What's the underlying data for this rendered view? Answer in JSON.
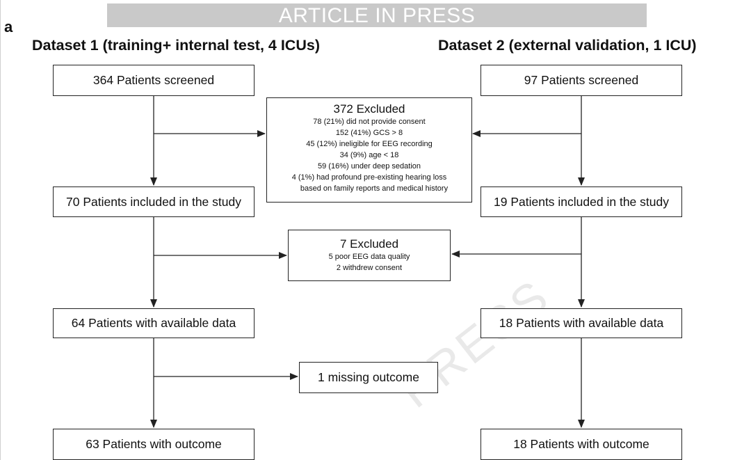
{
  "banner": "ARTICLE IN PRESS",
  "watermark": "PRESS",
  "panel_label": "a",
  "dataset1": {
    "heading": "Dataset 1 (training+ internal test, 4 ICUs)",
    "screened": "364 Patients screened",
    "included": "70 Patients included in the study",
    "available": "64 Patients with available data",
    "outcome": "63  Patients with outcome"
  },
  "dataset2": {
    "heading": "Dataset 2 (external validation, 1 ICU)",
    "screened": "97 Patients screened",
    "included": "19 Patients included in the study",
    "available": "18 Patients with available data",
    "outcome": "18  Patients with outcome"
  },
  "exclusion1": {
    "title": "372 Excluded",
    "reasons": [
      "78 (21%) did not provide consent",
      "152 (41%) GCS > 8",
      "45 (12%) ineligible for EEG recording",
      "34 (9%) age < 18",
      "59 (16%) under deep sedation",
      "4 (1%) had profound pre-existing hearing loss",
      "based on family reports and medical history"
    ]
  },
  "exclusion2": {
    "title": "7 Excluded",
    "reasons": [
      "5 poor EEG data quality",
      "2 withdrew consent"
    ]
  },
  "exclusion3": {
    "title": "1 missing outcome"
  }
}
